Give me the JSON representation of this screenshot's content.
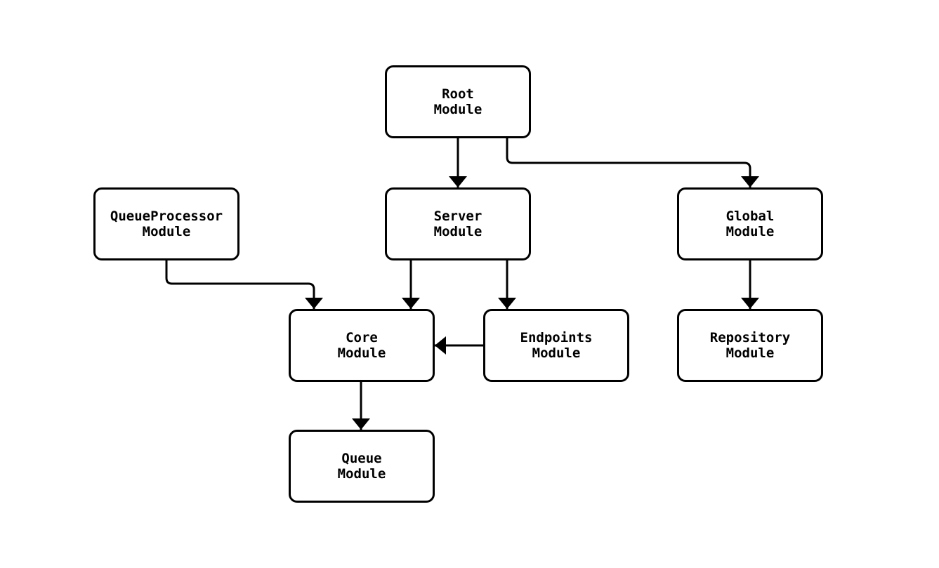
{
  "diagram": {
    "type": "flowchart",
    "colors": {
      "background": "#ffffff",
      "node_fill": "#ffffff",
      "node_border": "#000000",
      "edge_stroke": "#000000",
      "text": "#000000"
    },
    "nodes": [
      {
        "id": "root",
        "label": "Root\nModule"
      },
      {
        "id": "queueprocessor",
        "label": "QueueProcessor\nModule"
      },
      {
        "id": "server",
        "label": "Server\nModule"
      },
      {
        "id": "global",
        "label": "Global\nModule"
      },
      {
        "id": "core",
        "label": "Core\nModule"
      },
      {
        "id": "endpoints",
        "label": "Endpoints\nModule"
      },
      {
        "id": "repository",
        "label": "Repository\nModule"
      },
      {
        "id": "queue",
        "label": "Queue\nModule"
      }
    ],
    "edges": [
      {
        "from": "root",
        "to": "server"
      },
      {
        "from": "root",
        "to": "global"
      },
      {
        "from": "queueprocessor",
        "to": "core"
      },
      {
        "from": "server",
        "to": "core"
      },
      {
        "from": "server",
        "to": "endpoints"
      },
      {
        "from": "endpoints",
        "to": "core"
      },
      {
        "from": "global",
        "to": "repository"
      },
      {
        "from": "core",
        "to": "queue"
      }
    ]
  }
}
